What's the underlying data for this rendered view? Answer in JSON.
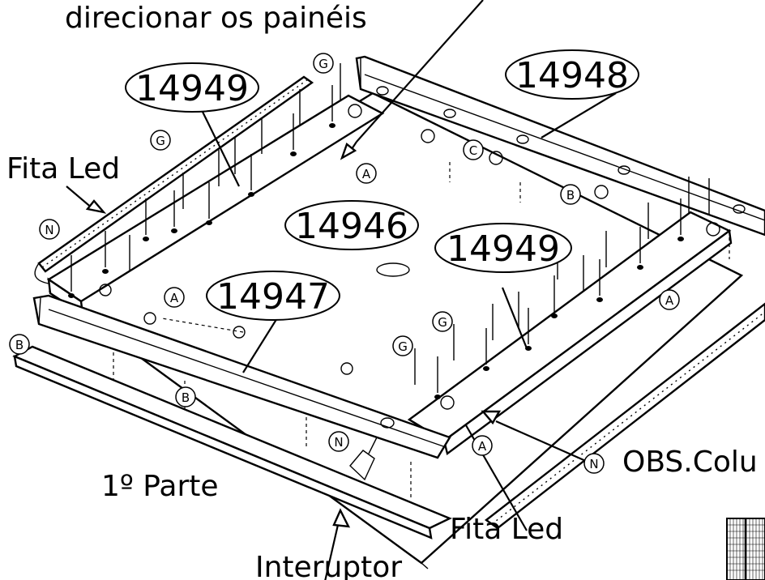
{
  "annotation_text": "direcionar os painéis",
  "parts": {
    "top_right_panel": "14948",
    "left_side_panel": "14949",
    "right_side_panel": "14949",
    "front_panel": "14947",
    "base_panel": "14946"
  },
  "labels": {
    "led_strip_left": "Fita Led",
    "led_strip_right": "Fita Led",
    "part_number": "1º Parte",
    "switch": "Interuptor",
    "obs_note": "OBS.Colu"
  },
  "callouts": [
    "G",
    "G",
    "G",
    "G",
    "C",
    "B",
    "B",
    "B",
    "A",
    "A",
    "A",
    "A",
    "N",
    "N",
    "N"
  ]
}
